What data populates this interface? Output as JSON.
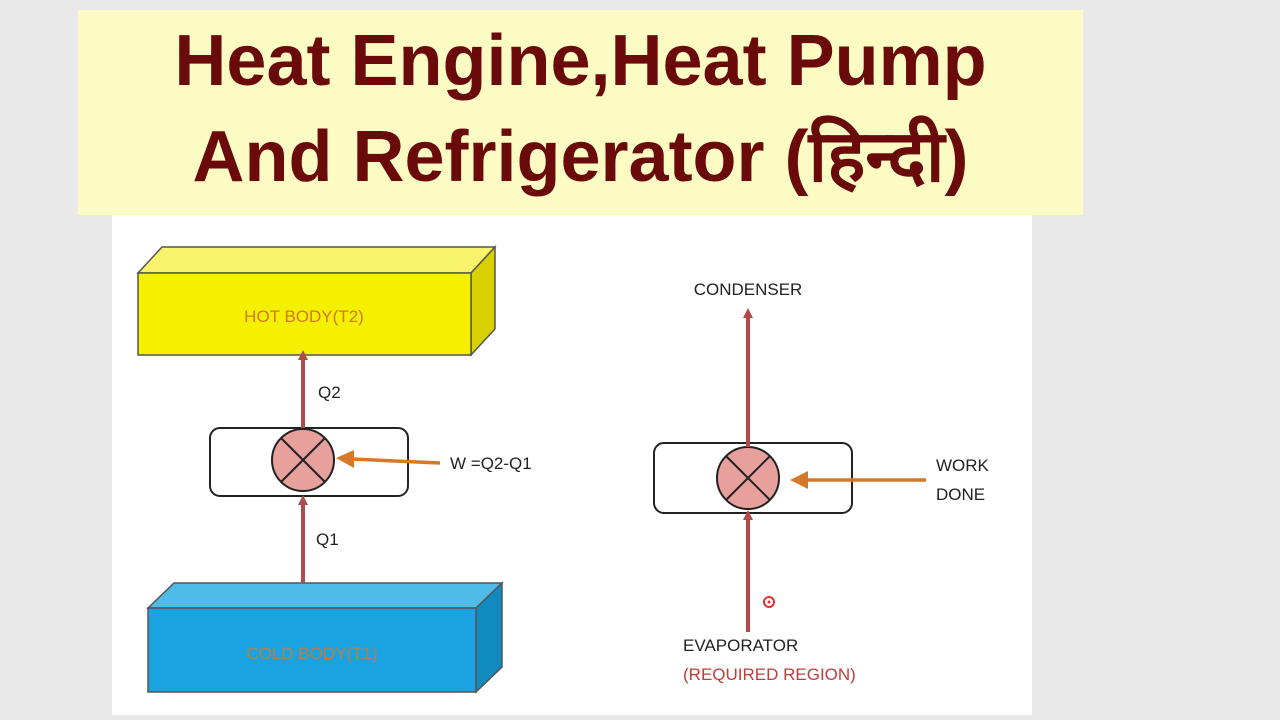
{
  "title": {
    "line1": "Heat Engine,Heat Pump",
    "line2": "And Refrigerator (हिन्दी)"
  },
  "heat_pump": {
    "hot_body_label": "HOT BODY(T2)",
    "cold_body_label": "COLD BODY(T1)",
    "q2_label": "Q2",
    "q1_label": "Q1",
    "work_label": "W =Q2-Q1"
  },
  "refrigerator": {
    "condenser_label": "CONDENSER",
    "work_label_line1": "WORK",
    "work_label_line2": "DONE",
    "evaporator_label": "EVAPORATOR",
    "required_region_label": "(REQUIRED REGION)"
  },
  "colors": {
    "title_text": "#6b0a0a",
    "title_background": "#fdfbc4",
    "hot_body": "#f5f000",
    "cold_body": "#1aa3e0",
    "arrow_heat": "#b24a4a",
    "arrow_work": "#d4782a",
    "compressor_fill": "#e8a09c",
    "label_orange": "#d4782a",
    "required_region_text": "#c23b3b"
  }
}
